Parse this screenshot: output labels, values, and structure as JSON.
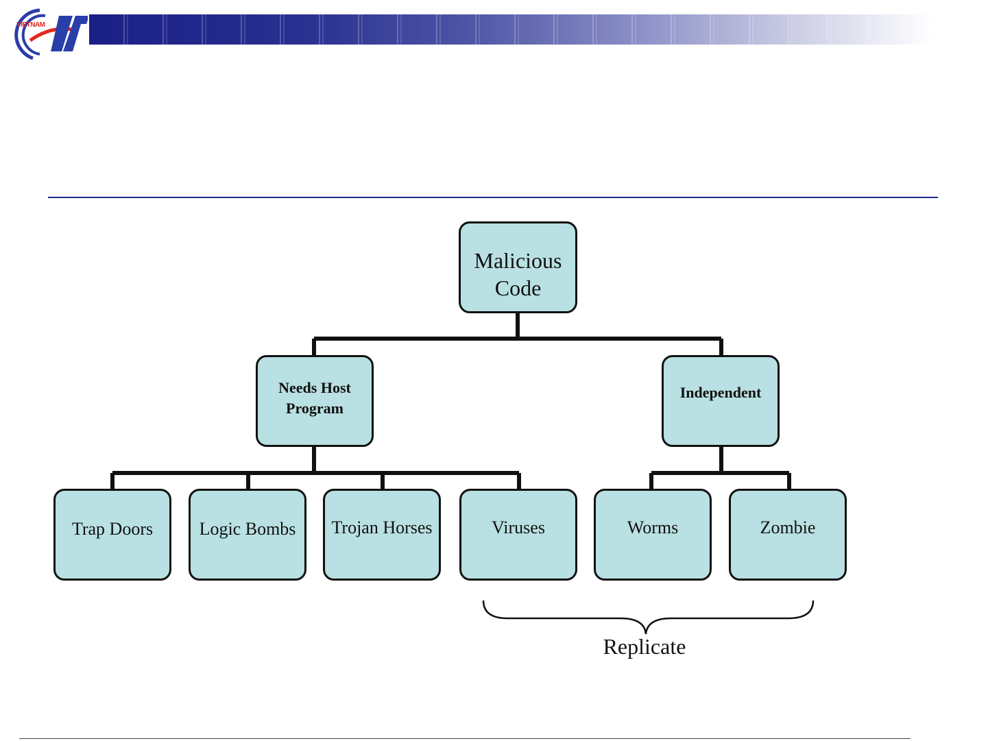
{
  "logo": {
    "text": "VIETNAM",
    "icon": "it-logo-icon"
  },
  "diagram": {
    "root": {
      "label_line1": "Malicious",
      "label_line2": "Code"
    },
    "categories": [
      {
        "id": "needs-host",
        "line1": "Needs Host",
        "line2": "Program"
      },
      {
        "id": "independent",
        "line1": "Independent",
        "line2": ""
      }
    ],
    "leaves": [
      "Trap Doors",
      "Logic Bombs",
      "Trojan Horses",
      "Viruses",
      "Worms",
      "Zombie"
    ],
    "brace_label": "Replicate",
    "node_color": "#b9e0e2"
  }
}
